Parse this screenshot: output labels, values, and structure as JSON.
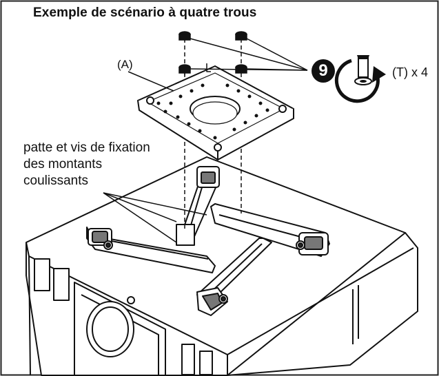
{
  "title": "Exemple de scénario à quatre trous",
  "labels": {
    "plate": "(A)",
    "callout_line1": "patte et vis de fixation",
    "callout_line2": "des montants",
    "callout_line3": "coulissants",
    "step_number": "9",
    "torque": "(T) x 4"
  },
  "icons": [
    "screwdriver-turn-icon",
    "clockwise-arrow-icon"
  ]
}
